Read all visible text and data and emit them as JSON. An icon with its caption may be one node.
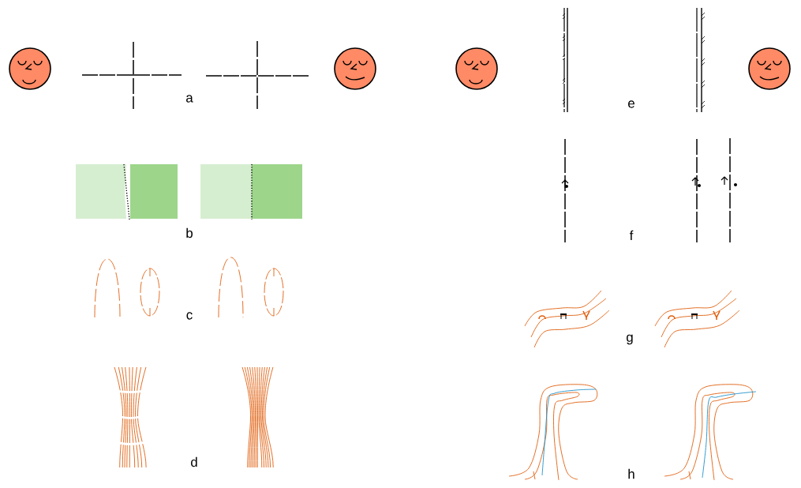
{
  "diagram": {
    "labels": [
      "a",
      "e",
      "b",
      "f",
      "c",
      "g",
      "d",
      "h"
    ]
  }
}
